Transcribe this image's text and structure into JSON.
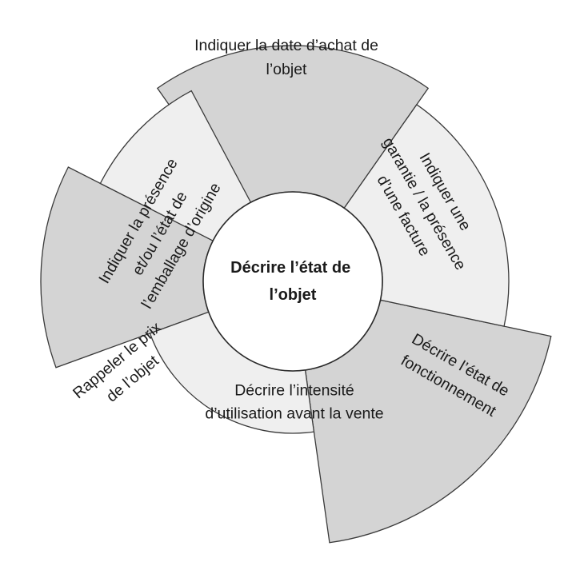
{
  "center": {
    "lines": [
      "Décrire l’état de",
      "l’objet"
    ]
  },
  "segments": [
    {
      "id": "date-achat",
      "tone": "outer",
      "lines": [
        "Indiquer la date d’achat de",
        "l’objet"
      ]
    },
    {
      "id": "garantie",
      "tone": "inner",
      "lines": [
        "Indiquer une",
        "garantie / la présence",
        "d’une facture"
      ]
    },
    {
      "id": "fonctionnement",
      "tone": "outer",
      "lines": [
        "Décrire l’état de",
        "fonctionnement"
      ]
    },
    {
      "id": "utilisation",
      "tone": "inner",
      "lines": [
        "Décrire l’intensité",
        "d’utilisation avant la vente"
      ]
    },
    {
      "id": "prix",
      "tone": "outer",
      "lines": [
        "Rappeler le prix",
        "de l’objet"
      ]
    },
    {
      "id": "emballage",
      "tone": "inner",
      "lines": [
        "Indiquer la présence",
        "et/ou l’état de",
        "l’emballage d’origine"
      ]
    }
  ],
  "colors": {
    "outer_fill": "#d4d4d4",
    "inner_fill": "#efefef",
    "hub_fill": "#ffffff",
    "stroke": "#3a3a3a"
  }
}
